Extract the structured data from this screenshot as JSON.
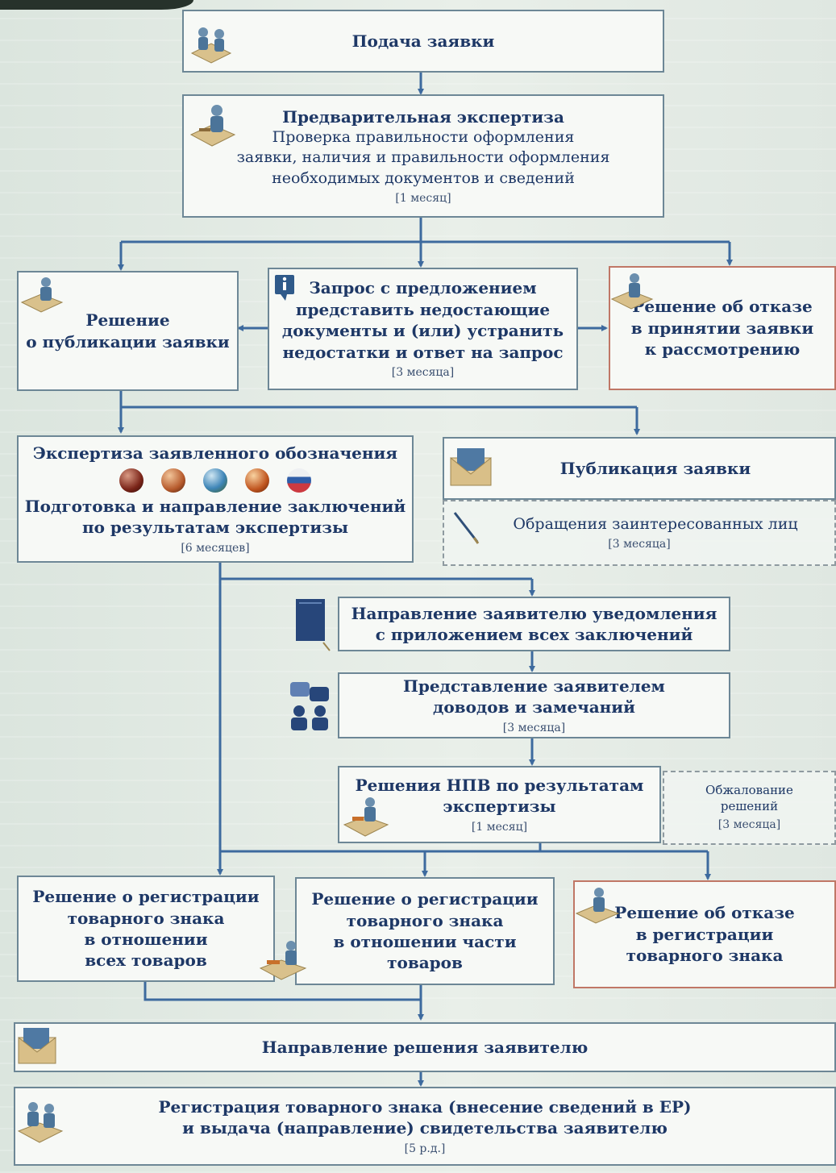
{
  "colors": {
    "box_border": "#6d8796",
    "refusal_border": "#c07766",
    "arrow": "#3d6a9e",
    "text": "#1e3866",
    "globes": [
      "#7a2418",
      "#b65a2c",
      "#3f86b8",
      "#c0551f",
      "#cc3a40"
    ]
  },
  "nodes": {
    "submission": {
      "title": "Подача заявки"
    },
    "preliminary": {
      "title": "Предварительная экспертиза",
      "lines": [
        "Проверка правильности оформления",
        "заявки, наличия и правильности оформления",
        "необходимых документов и сведений"
      ],
      "duration": "[1 месяц]"
    },
    "publish_decision": {
      "lines": [
        "Решение",
        "о публикации заявки"
      ]
    },
    "request": {
      "lines": [
        "Запрос с предложением",
        "представить недостающие",
        "документы и (или) устранить",
        "недостатки и ответ на запрос"
      ],
      "duration": "[3 месяца]"
    },
    "refusal_accept": {
      "lines": [
        "Решение об отказе",
        "в принятии заявки",
        "к рассмотрению"
      ]
    },
    "examination": {
      "title": "Экспертиза заявленного обозначения",
      "lines": [
        "Подготовка и направление заключений",
        "по результатам экспертизы"
      ],
      "duration": "[6 месяцев]"
    },
    "publication": {
      "title": "Публикация заявки"
    },
    "appeals_parties": {
      "title": "Обращения заинтересованных лиц",
      "duration": "[3 месяца]"
    },
    "notification": {
      "lines": [
        "Направление заявителю уведомления",
        "с приложением всех заключений"
      ]
    },
    "arguments": {
      "lines": [
        "Представление заявителем",
        "доводов и замечаний"
      ],
      "duration": "[3 месяца]"
    },
    "npv_decision": {
      "lines": [
        "Решения НПВ по результатам",
        "экспертизы"
      ],
      "duration": "[1 месяц]"
    },
    "appeal": {
      "lines": [
        "Обжалование",
        "решений"
      ],
      "duration": "[3 месяца]"
    },
    "reg_all": {
      "lines": [
        "Решение о регистрации",
        "товарного знака",
        "в отношении",
        "всех товаров"
      ]
    },
    "reg_part": {
      "lines": [
        "Решение о регистрации",
        "товарного знака",
        "в отношении части",
        "товаров"
      ]
    },
    "refusal_reg": {
      "lines": [
        "Решение об отказе",
        "в регистрации",
        "товарного знака"
      ]
    },
    "send_decision": {
      "title": "Направление решения заявителю"
    },
    "registration": {
      "lines": [
        "Регистрация товарного знака (внесение сведений в ЕР)",
        "и выдача (направление) свидетельства заявителю"
      ],
      "duration": "[5 р.д.]"
    }
  },
  "icons": [
    "people-at-desk-icon",
    "person-at-desk-icon",
    "info-note-icon",
    "envelope-icon",
    "pen-icon",
    "book-icon",
    "chat-people-icon",
    "globe-icon"
  ]
}
